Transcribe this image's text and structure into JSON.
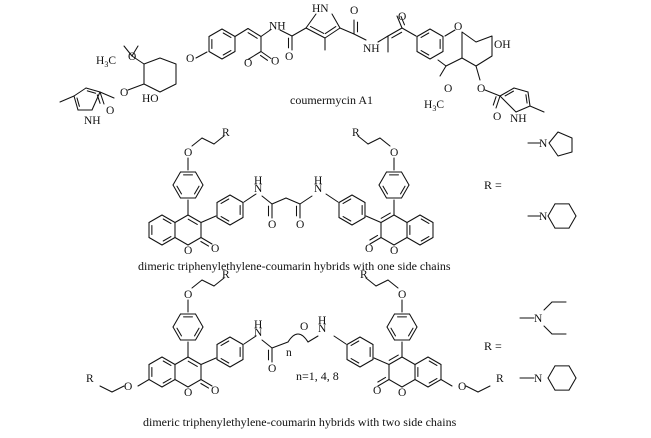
{
  "captions": {
    "compound_1": "coumermycin A1",
    "compound_2": "dimeric triphenylethylene-coumarin hybrids with one side chains",
    "compound_3": "dimeric triphenylethylene-coumarin hybrids with two side chains",
    "n_values": "n=1, 4, 8"
  },
  "labels": {
    "r_equals": "R =",
    "r": "R",
    "n": "n",
    "hn": "HN",
    "nh": "NH",
    "n_atom": "N",
    "o": "O",
    "h": "H",
    "h3c": "H",
    "three": "3",
    "c": "C",
    "oh": "OH",
    "ho": "HO"
  }
}
